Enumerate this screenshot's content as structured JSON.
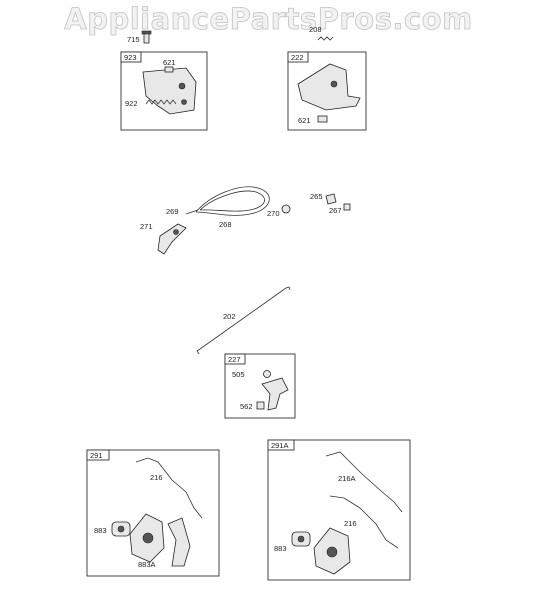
{
  "watermark": "AppliancePartsPros.com",
  "groups": {
    "g923": {
      "label": "923",
      "parts": {
        "p715": "715",
        "p621": "621",
        "p922": "922"
      }
    },
    "g222": {
      "label": "222",
      "parts": {
        "p208": "208",
        "p621": "621"
      }
    },
    "cable": {
      "parts": {
        "p269": "269",
        "p268": "268",
        "p270": "270",
        "p271": "271",
        "p265": "265",
        "p267": "267"
      }
    },
    "rod": {
      "parts": {
        "p202": "202"
      }
    },
    "g227": {
      "label": "227",
      "parts": {
        "p505": "505",
        "p562": "562"
      }
    },
    "g291": {
      "label": "291",
      "parts": {
        "p216": "216",
        "p883": "883",
        "p883A": "883A"
      }
    },
    "g291A": {
      "label": "291A",
      "parts": {
        "p216A": "216A",
        "p216": "216",
        "p883": "883"
      }
    }
  }
}
